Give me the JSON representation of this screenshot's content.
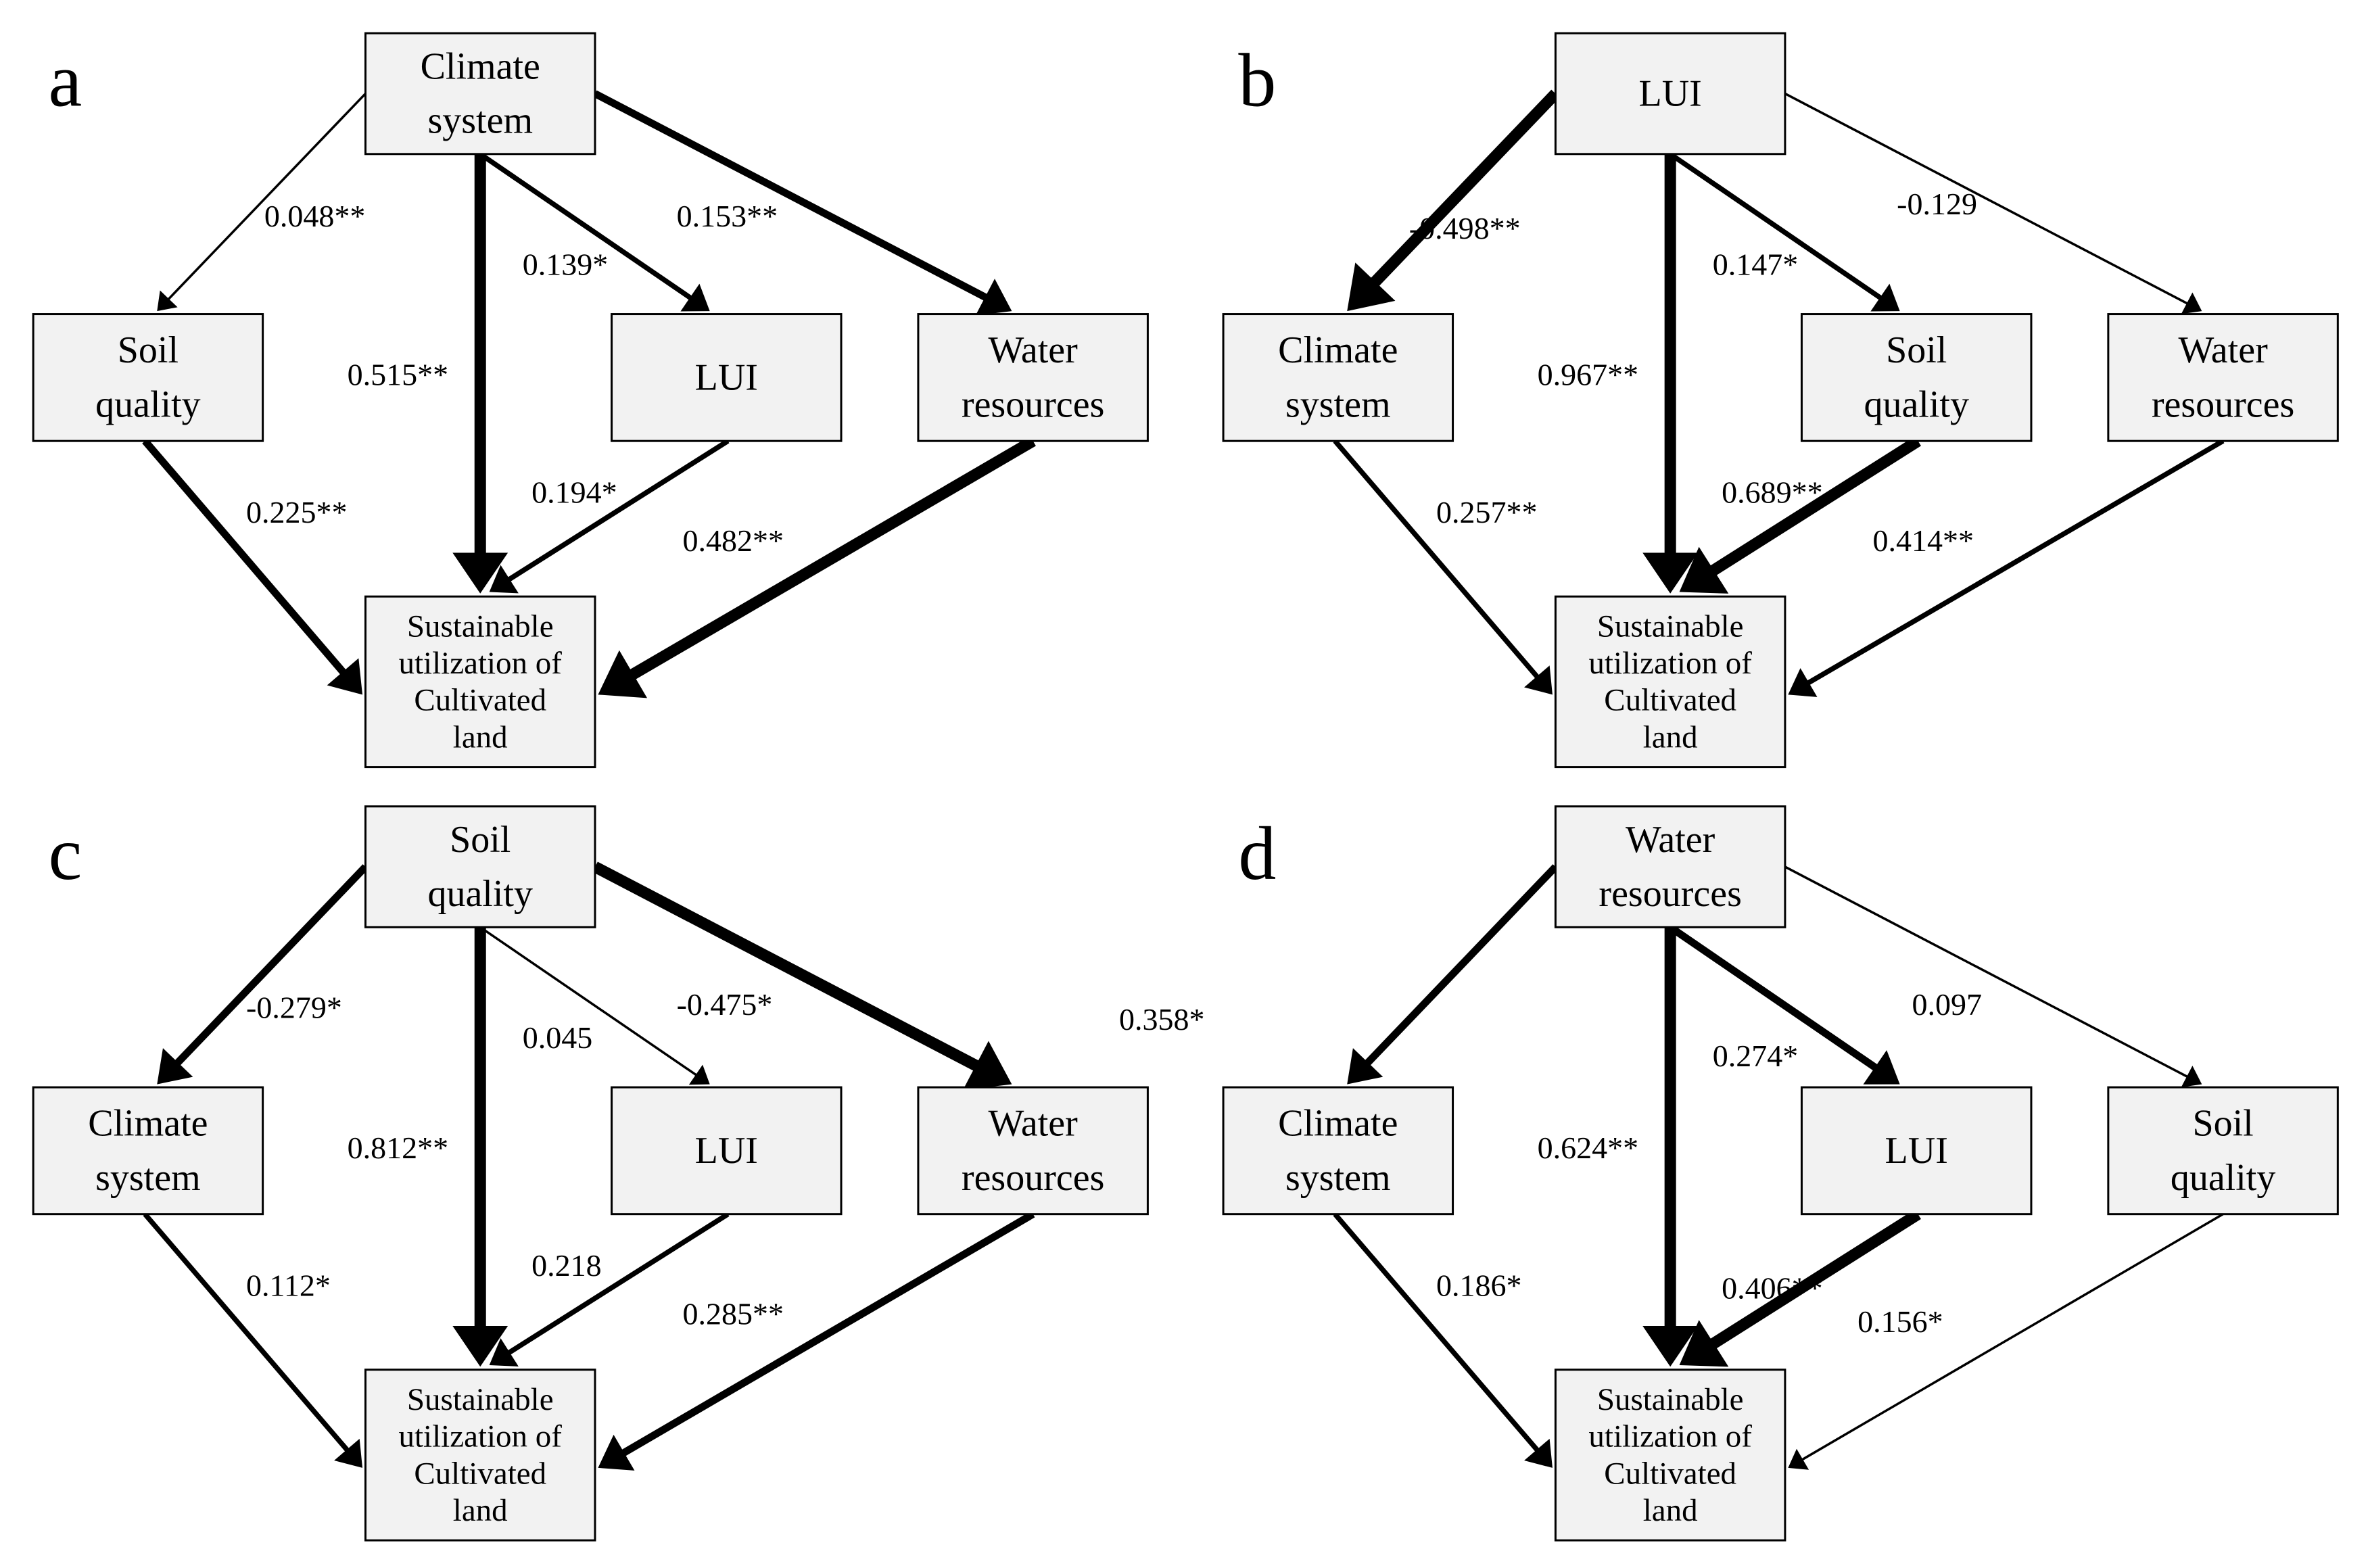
{
  "nodes": {
    "climate_system": [
      "Climate",
      "system"
    ],
    "soil_quality": [
      "Soil",
      "quality"
    ],
    "water_resources": [
      "Water",
      "resources"
    ],
    "lui": [
      "LUI"
    ],
    "sustainable": [
      "Sustainable",
      "utilization of",
      "Cultivated",
      "land"
    ]
  },
  "panels": [
    {
      "letter": "a",
      "source": "climate_system",
      "mids": [
        "soil_quality",
        "lui",
        "water_resources"
      ],
      "coefficients": {
        "to_mid1": "0.048**",
        "to_target": "0.515**",
        "to_mid2": "0.139*",
        "to_mid3": "0.153**",
        "mid1_to_target": "0.225**",
        "mid2_to_target": "0.194*",
        "mid3_to_target": "0.482**"
      },
      "weights": {
        "to_mid1": 1,
        "to_target": 4,
        "to_mid2": 2,
        "to_mid3": 3,
        "mid1_to_target": 3,
        "mid2_to_target": 2,
        "mid3_to_target": 4
      }
    },
    {
      "letter": "b",
      "source": "lui",
      "mids": [
        "climate_system",
        "soil_quality",
        "water_resources"
      ],
      "coefficients": {
        "to_mid1": "-0.498**",
        "to_target": "0.967**",
        "to_mid2": "0.147*",
        "to_mid3": "-0.129",
        "mid1_to_target": "0.257**",
        "mid2_to_target": "0.689**",
        "mid3_to_target": "0.414**"
      },
      "weights": {
        "to_mid1": 4,
        "to_target": 4,
        "to_mid2": 2,
        "to_mid3": 1,
        "mid1_to_target": 2,
        "mid2_to_target": 4,
        "mid3_to_target": 2
      }
    },
    {
      "letter": "c",
      "source": "soil_quality",
      "mids": [
        "climate_system",
        "lui",
        "water_resources"
      ],
      "coefficients": {
        "to_mid1": "-0.279*",
        "to_target": "0.812**",
        "to_mid2": "0.045",
        "to_mid3": "-0.475*",
        "mid1_to_target": "0.112*",
        "mid2_to_target": "0.218",
        "mid3_to_target": "0.285**"
      },
      "weights": {
        "to_mid1": 3,
        "to_target": 4,
        "to_mid2": 1,
        "to_mid3": 4,
        "mid1_to_target": 2,
        "mid2_to_target": 2,
        "mid3_to_target": 3
      }
    },
    {
      "letter": "d",
      "source": "water_resources",
      "mids": [
        "climate_system",
        "lui",
        "soil_quality"
      ],
      "coefficients": {
        "to_mid1": "0.358*",
        "to_target": "0.624**",
        "to_mid2": "0.274*",
        "to_mid3": "0.097",
        "mid1_to_target": "0.186*",
        "mid2_to_target": "0.406**",
        "mid3_to_target": "0.156*"
      },
      "weights": {
        "to_mid1": 3,
        "to_target": 4,
        "to_mid2": 3,
        "to_mid3": 1,
        "mid1_to_target": 2,
        "mid2_to_target": 4,
        "mid3_to_target": 1
      }
    }
  ]
}
